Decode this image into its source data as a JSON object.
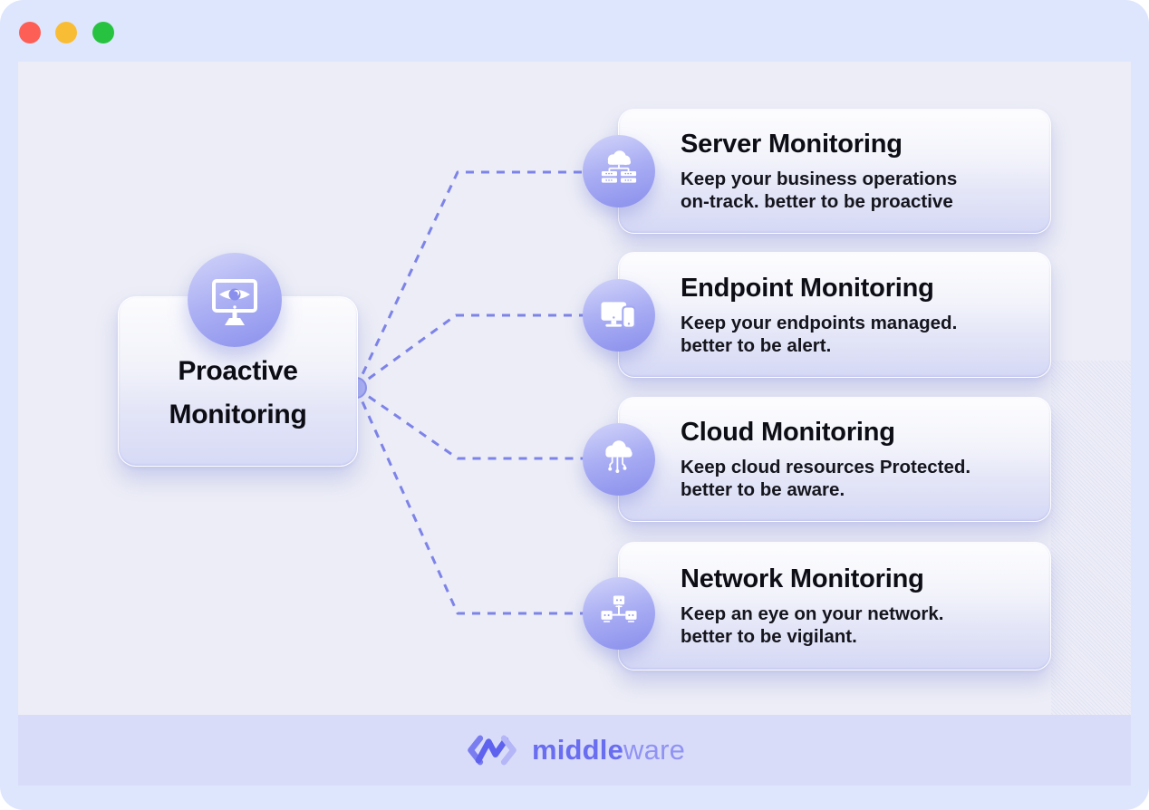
{
  "window": {
    "controls": [
      {
        "name": "close",
        "color": "#fd5f57"
      },
      {
        "name": "minimize",
        "color": "#f9bd35"
      },
      {
        "name": "zoom",
        "color": "#27c340"
      }
    ]
  },
  "diagram": {
    "root": {
      "title_line1": "Proactive",
      "title_line2": "Monitoring",
      "icon": "eye-monitor-icon"
    },
    "branches": [
      {
        "title": "Server Monitoring",
        "desc_line1": "Keep your business operations",
        "desc_line2": "on-track. better to be proactive",
        "icon": "cloud-servers-icon"
      },
      {
        "title": "Endpoint Monitoring",
        "desc_line1": "Keep your endpoints managed.",
        "desc_line2": "better to be alert.",
        "icon": "desktop-mobile-icon"
      },
      {
        "title": "Cloud Monitoring",
        "desc_line1": "Keep cloud resources Protected.",
        "desc_line2": "better to be aware.",
        "icon": "cloud-network-icon"
      },
      {
        "title": "Network Monitoring",
        "desc_line1": "Keep an eye on your network.",
        "desc_line2": "better to be vigilant.",
        "icon": "network-nodes-icon"
      }
    ]
  },
  "footer": {
    "brand_bold": "middle",
    "brand_light": "ware",
    "mark": "chevron-m-chevron-logo"
  },
  "colors": {
    "window_frame": "#dee6fd",
    "canvas": "#ecedf6",
    "footer_band": "#d9dcf9",
    "accent_purple": "#696df0",
    "dash_line": "#7d83e8",
    "icon_circle_top": "#cbcef8",
    "icon_circle_bottom": "#9095ee",
    "card_top": "#fdfdff",
    "card_bottom": "#d5d8f5",
    "text": "#0d0d15"
  }
}
